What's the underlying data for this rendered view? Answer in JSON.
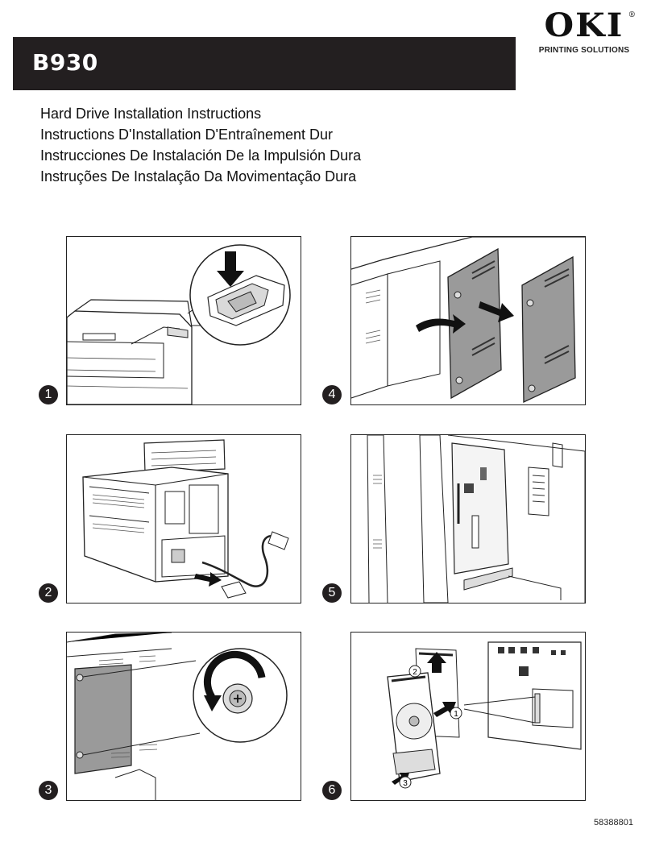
{
  "header": {
    "model": "B930",
    "brand": "OKI",
    "brand_tagline": "PRINTING SOLUTIONS"
  },
  "titles": [
    "Hard Drive Installation Instructions",
    "Instructions D'Installation D'Entraînement Dur",
    "Instrucciones De Instalación De la Impulsión Dura",
    "Instruções De Instalação Da Movimentação Dura"
  ],
  "steps": [
    "1",
    "2",
    "3",
    "4",
    "5",
    "6"
  ],
  "callouts": {
    "step6_a": "2",
    "step6_b": "1",
    "step6_c": "3"
  },
  "footer": {
    "doc_number": "58388801"
  },
  "colors": {
    "header_bar": "#231f20",
    "panel_gray": "#9a9a9a",
    "arrow": "#111111"
  }
}
